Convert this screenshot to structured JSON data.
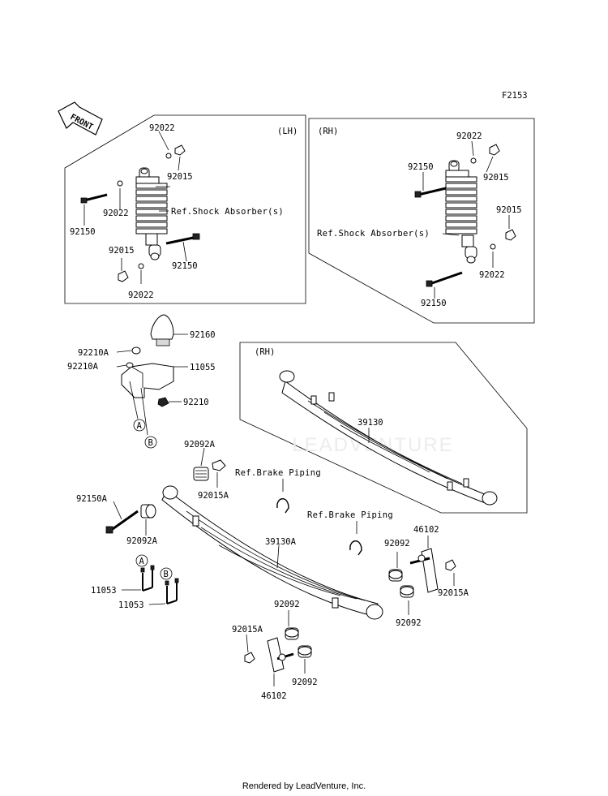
{
  "figure_code": "F2153",
  "front_label": "FRONT",
  "watermark": "LEADVENTURE",
  "footer": "Rendered by LeadVenture, Inc.",
  "panels": {
    "lh": "(LH)",
    "rh_shock": "(RH)",
    "rh_spring": "(RH)"
  },
  "refs": {
    "shock_lh": "Ref.Shock Absorber(s)",
    "shock_rh": "Ref.Shock Absorber(s)",
    "brake1": "Ref.Brake Piping",
    "brake2": "Ref.Brake Piping"
  },
  "parts": {
    "lh_92022_top": "92022",
    "lh_92015_top": "92015",
    "lh_92022_mid": "92022",
    "lh_92150_left": "92150",
    "lh_92015_bot": "92015",
    "lh_92150_bot": "92150",
    "lh_92022_bot": "92022",
    "rh_92022_top": "92022",
    "rh_92150_top": "92150",
    "rh_92015_top": "92015",
    "rh_92015_right": "92015",
    "rh_92022_bot": "92022",
    "rh_92150_bot": "92150",
    "p_92160": "92160",
    "p_92210A_1": "92210A",
    "p_92210A_2": "92210A",
    "p_11055": "11055",
    "p_92210": "92210",
    "p_39130": "39130",
    "p_92092A_top": "92092A",
    "p_92015A_top": "92015A",
    "p_92150A": "92150A",
    "p_92092A_bot": "92092A",
    "p_39130A": "39130A",
    "p_46102_right": "46102",
    "p_92092_r1": "92092",
    "p_92015A_right": "92015A",
    "p_92092_r2": "92092",
    "p_11053_a": "11053",
    "p_11053_b": "11053",
    "p_92092_c1": "92092",
    "p_92015A_bot": "92015A",
    "p_92092_c2": "92092",
    "p_46102_bot": "46102"
  },
  "markers": {
    "a1": "A",
    "b1": "B",
    "a2": "A",
    "b2": "B"
  }
}
